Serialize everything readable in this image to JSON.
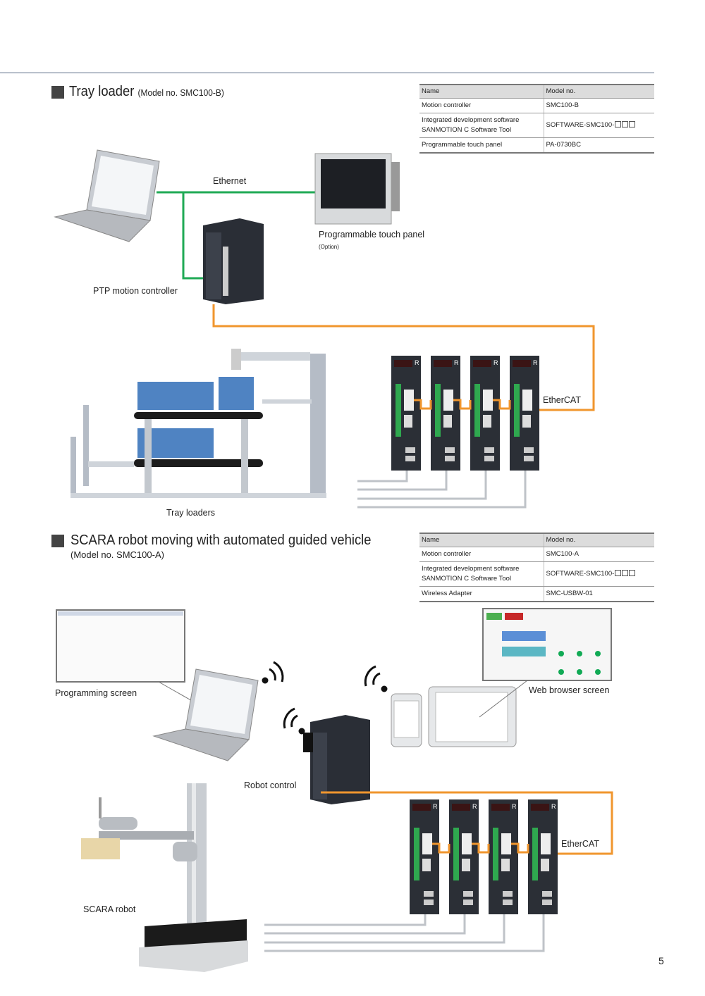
{
  "section1": {
    "title": "Tray loader",
    "model": "(Model no. SMC100-B)",
    "table": {
      "headers": [
        "Name",
        "Model no."
      ],
      "rows": [
        {
          "name": "Motion controller",
          "model": "SMC100-B"
        },
        {
          "name": "Integrated development software",
          "name2": "SANMOTION C Software Tool",
          "model": "SOFTWARE-SMC100-"
        },
        {
          "name": "Programmable touch panel",
          "model": "PA-0730BC"
        }
      ]
    },
    "labels": {
      "ethernet": "Ethernet",
      "touch_panel": "Programmable touch panel",
      "option": "(Option)",
      "controller": "PTP motion controller",
      "ethercat": "EtherCAT",
      "tray_loaders": "Tray loaders"
    }
  },
  "section2": {
    "title": "SCARA robot moving with automated guided vehicle",
    "model": "(Model no. SMC100-A)",
    "table": {
      "headers": [
        "Name",
        "Model no."
      ],
      "rows": [
        {
          "name": "Motion controller",
          "model": "SMC100-A"
        },
        {
          "name": "Integrated development software",
          "name2": "SANMOTION C Software Tool",
          "model": "SOFTWARE-SMC100-"
        },
        {
          "name": "Wireless Adapter",
          "model": "SMC-USBW-01"
        }
      ]
    },
    "labels": {
      "programming_screen": "Programming screen",
      "web_browser_screen": "Web browser screen",
      "robot_control": "Robot control",
      "ethercat": "EtherCAT",
      "scara": "SCARA robot"
    }
  },
  "colors": {
    "ethernet": "#1faa55",
    "ethercat": "#f0962e",
    "signal": "#bfc3c8",
    "rule": "#5a6b85"
  },
  "page_number": "5"
}
